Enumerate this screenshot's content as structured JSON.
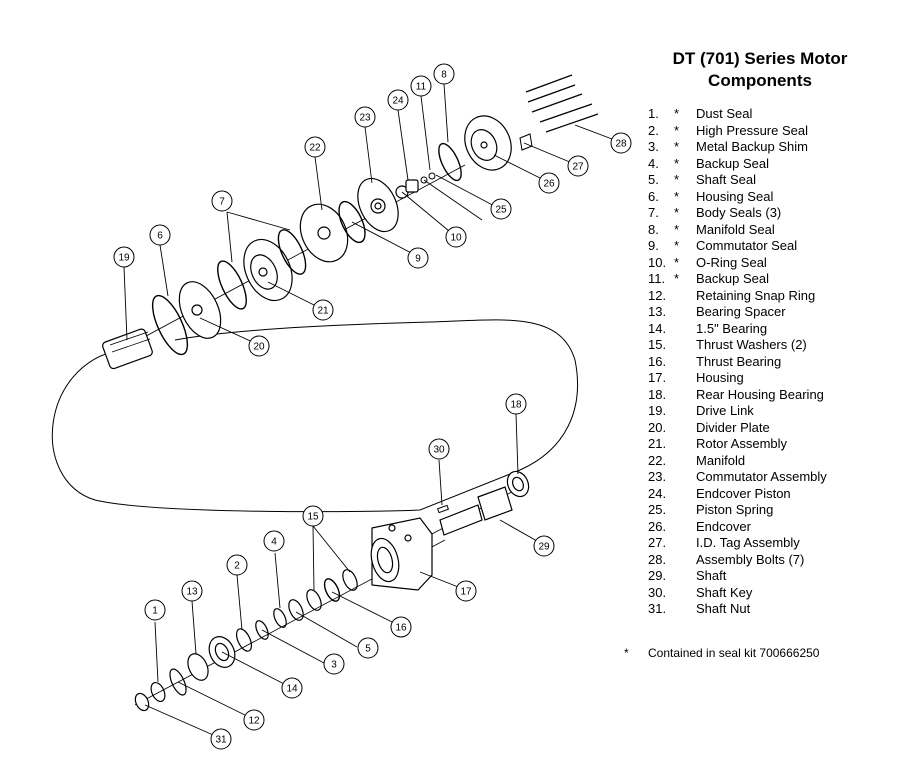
{
  "title_line1": "DT (701) Series Motor",
  "title_line2": "Components",
  "parts": [
    {
      "num": "1.",
      "star": "*",
      "name": "Dust Seal"
    },
    {
      "num": "2.",
      "star": "*",
      "name": "High Pressure Seal"
    },
    {
      "num": "3.",
      "star": "*",
      "name": "Metal Backup Shim"
    },
    {
      "num": "4.",
      "star": "*",
      "name": "Backup Seal"
    },
    {
      "num": "5.",
      "star": "*",
      "name": "Shaft Seal"
    },
    {
      "num": "6.",
      "star": "*",
      "name": "Housing Seal"
    },
    {
      "num": "7.",
      "star": "*",
      "name": "Body Seals (3)"
    },
    {
      "num": "8.",
      "star": "*",
      "name": "Manifold Seal"
    },
    {
      "num": "9.",
      "star": "*",
      "name": "Commutator Seal"
    },
    {
      "num": "10.",
      "star": "*",
      "name": "O-Ring Seal"
    },
    {
      "num": "11.",
      "star": "*",
      "name": "Backup Seal"
    },
    {
      "num": "12.",
      "star": "",
      "name": "Retaining Snap Ring"
    },
    {
      "num": "13.",
      "star": "",
      "name": "Bearing Spacer"
    },
    {
      "num": "14.",
      "star": "",
      "name": "1.5\" Bearing"
    },
    {
      "num": "15.",
      "star": "",
      "name": "Thrust Washers (2)"
    },
    {
      "num": "16.",
      "star": "",
      "name": "Thrust Bearing"
    },
    {
      "num": "17.",
      "star": "",
      "name": "Housing"
    },
    {
      "num": "18.",
      "star": "",
      "name": "Rear Housing Bearing"
    },
    {
      "num": "19.",
      "star": "",
      "name": "Drive Link"
    },
    {
      "num": "20.",
      "star": "",
      "name": "Divider Plate"
    },
    {
      "num": "21.",
      "star": "",
      "name": "Rotor Assembly"
    },
    {
      "num": "22.",
      "star": "",
      "name": "Manifold"
    },
    {
      "num": "23.",
      "star": "",
      "name": "Commutator Assembly"
    },
    {
      "num": "24.",
      "star": "",
      "name": "Endcover Piston"
    },
    {
      "num": "25.",
      "star": "",
      "name": "Piston Spring"
    },
    {
      "num": "26.",
      "star": "",
      "name": "Endcover"
    },
    {
      "num": "27.",
      "star": "",
      "name": "I.D. Tag Assembly"
    },
    {
      "num": "28.",
      "star": "",
      "name": "Assembly Bolts (7)"
    },
    {
      "num": "29.",
      "star": "",
      "name": "Shaft"
    },
    {
      "num": "30.",
      "star": "",
      "name": "Shaft Key"
    },
    {
      "num": "31.",
      "star": "",
      "name": "Shaft Nut"
    }
  ],
  "footnote_star": "*",
  "footnote_text": "Contained in seal kit 700666250",
  "callouts": [
    "1",
    "2",
    "3",
    "4",
    "5",
    "6",
    "7",
    "7",
    "8",
    "9",
    "10",
    "11",
    "12",
    "13",
    "14",
    "15",
    "16",
    "17",
    "18",
    "19",
    "20",
    "21",
    "22",
    "23",
    "24",
    "25",
    "26",
    "27",
    "28",
    "29",
    "30",
    "31"
  ]
}
